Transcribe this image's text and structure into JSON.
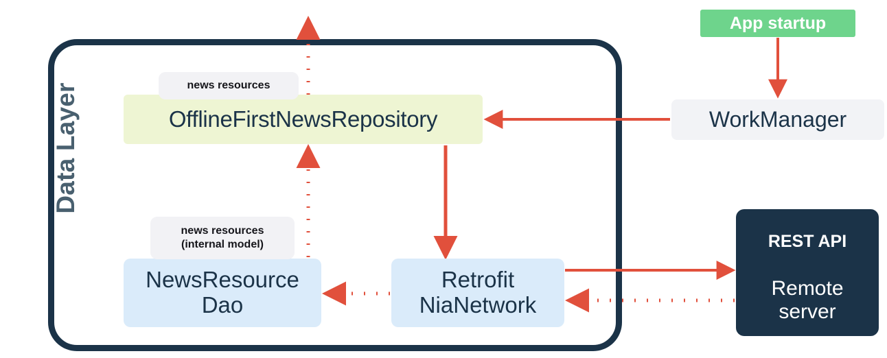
{
  "diagram": {
    "title": "Data Layer architecture diagram",
    "layer": {
      "label": "Data Layer",
      "border_color": "#1b3348"
    },
    "colors": {
      "repository_fill": "#eef5d3",
      "datasource_fill": "#daebfa",
      "workmanager_fill": "#f2f3f6",
      "app_startup_fill": "#6ed48c",
      "remote_fill": "#1b3348",
      "label_chip_fill": "#f2f2f5",
      "arrow": "#e1503c",
      "text_dark": "#1b3348",
      "layer_label": "#49606f"
    },
    "nodes": {
      "repository": {
        "label": "OfflineFirstNewsRepository"
      },
      "dao": {
        "line1": "NewsResource",
        "line2": "Dao"
      },
      "retrofit": {
        "line1": "Retrofit",
        "line2": "NiaNetwork"
      },
      "work_manager": {
        "label": "WorkManager"
      },
      "app_startup": {
        "label": "App startup"
      },
      "remote": {
        "title": "REST API",
        "sub_line1": "Remote",
        "sub_line2": "server"
      }
    },
    "edge_labels": {
      "news_resources": {
        "line1": "news resources"
      },
      "news_resources_internal": {
        "line1": "news resources",
        "line2": "(internal model)"
      }
    },
    "edges": [
      {
        "name": "dao-to-repository-to-ui",
        "style": "dotted",
        "direction": "up",
        "from": "NewsResourceDao",
        "to": "UI (off diagram)"
      },
      {
        "name": "repository-to-retrofit",
        "style": "solid",
        "direction": "down",
        "from": "OfflineFirstNewsRepository",
        "to": "Retrofit NiaNetwork"
      },
      {
        "name": "workmanager-to-repository",
        "style": "solid",
        "direction": "left",
        "from": "WorkManager",
        "to": "OfflineFirstNewsRepository"
      },
      {
        "name": "appstartup-to-workmanager",
        "style": "solid",
        "direction": "down",
        "from": "App startup",
        "to": "WorkManager"
      },
      {
        "name": "retrofit-to-rest",
        "style": "solid",
        "direction": "right",
        "from": "Retrofit NiaNetwork",
        "to": "REST API Remote server"
      },
      {
        "name": "rest-to-retrofit",
        "style": "dotted",
        "direction": "left",
        "from": "REST API Remote server",
        "to": "Retrofit NiaNetwork"
      },
      {
        "name": "retrofit-to-dao",
        "style": "dotted",
        "direction": "left",
        "from": "Retrofit NiaNetwork",
        "to": "NewsResourceDao"
      }
    ]
  }
}
